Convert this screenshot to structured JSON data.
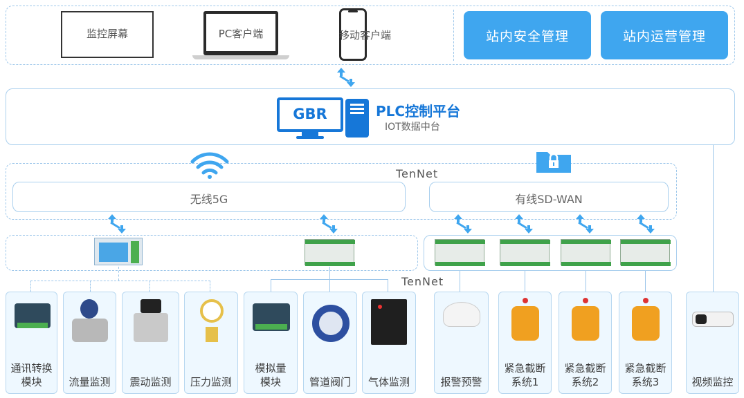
{
  "top": {
    "screen_label": "监控屏幕",
    "pc_label": "PC客户端",
    "mobile_label": "移动客户端",
    "safety_btn": "站内安全管理",
    "ops_btn": "站内运营管理"
  },
  "platform": {
    "gbr": "GBR",
    "title": "PLC控制平台",
    "subtitle": "IOT数据中台"
  },
  "network": {
    "tennet_top": "TenNet",
    "wireless": "无线5G",
    "wired": "有线SD-WAN",
    "tennet_bottom": "TenNet"
  },
  "devices": [
    {
      "label": "通讯转换\n模块",
      "icon": "gateway-icon"
    },
    {
      "label": "流量监测",
      "icon": "flowmeter-icon"
    },
    {
      "label": "震动监测",
      "icon": "vibration-sensor-icon"
    },
    {
      "label": "压力监测",
      "icon": "pressure-gauge-icon"
    },
    {
      "label": "模拟量\n模块",
      "icon": "analog-module-icon"
    },
    {
      "label": "管道阀门",
      "icon": "butterfly-valve-icon"
    },
    {
      "label": "气体监测",
      "icon": "gas-detector-icon"
    },
    {
      "label": "报警预警",
      "icon": "smoke-alarm-icon"
    },
    {
      "label": "紧急截断\n系统1",
      "icon": "shutoff-valve-icon"
    },
    {
      "label": "紧急截断\n系统2",
      "icon": "shutoff-valve-icon"
    },
    {
      "label": "紧急截断\n系统3",
      "icon": "shutoff-valve-icon"
    },
    {
      "label": "视频监控",
      "icon": "camera-icon"
    }
  ],
  "colors": {
    "accent": "#3fa6ef",
    "title": "#1677d8",
    "border": "#9cc6ea"
  }
}
